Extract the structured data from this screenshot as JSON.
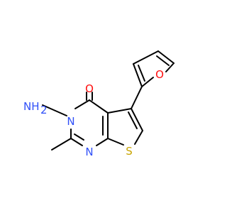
{
  "molecule": {
    "atoms": {
      "o_carbonyl": {
        "label": "O",
        "color": "#ff0d0d"
      },
      "o_furan": {
        "label": "O",
        "color": "#ff0d0d"
      },
      "n_amino": {
        "label": "NH",
        "subscript": "2",
        "color": "#3050f8"
      },
      "n3": {
        "label": "N",
        "color": "#3050f8"
      },
      "n1": {
        "label": "N",
        "color": "#3050f8"
      },
      "s": {
        "label": "S",
        "color": "#c8a400"
      }
    }
  }
}
